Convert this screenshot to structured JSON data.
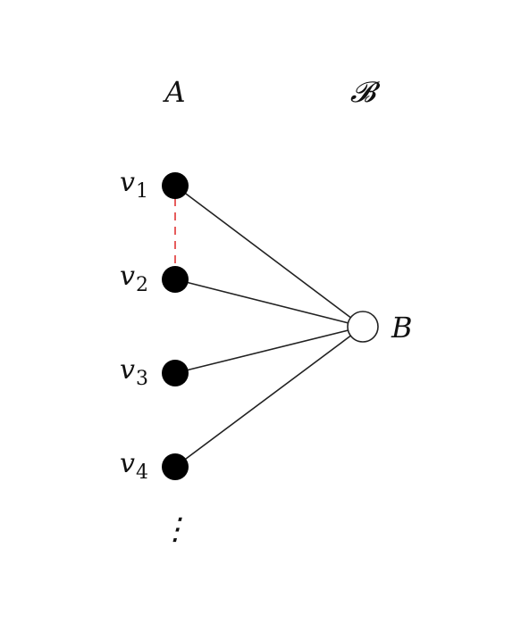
{
  "columns": {
    "left_header": "A",
    "right_header": "𝓑"
  },
  "left_vertices": [
    {
      "label": "v",
      "sub": "1"
    },
    {
      "label": "v",
      "sub": "2"
    },
    {
      "label": "v",
      "sub": "3"
    },
    {
      "label": "v",
      "sub": "4"
    }
  ],
  "continuation": "⋮",
  "right_vertex": {
    "label": "B"
  },
  "edges": {
    "solid_color": "#222222",
    "dashed_color": "#e34b4b"
  },
  "colors": {
    "filled_vertex": "#000000",
    "open_vertex_fill": "#ffffff",
    "open_vertex_stroke": "#222222"
  }
}
